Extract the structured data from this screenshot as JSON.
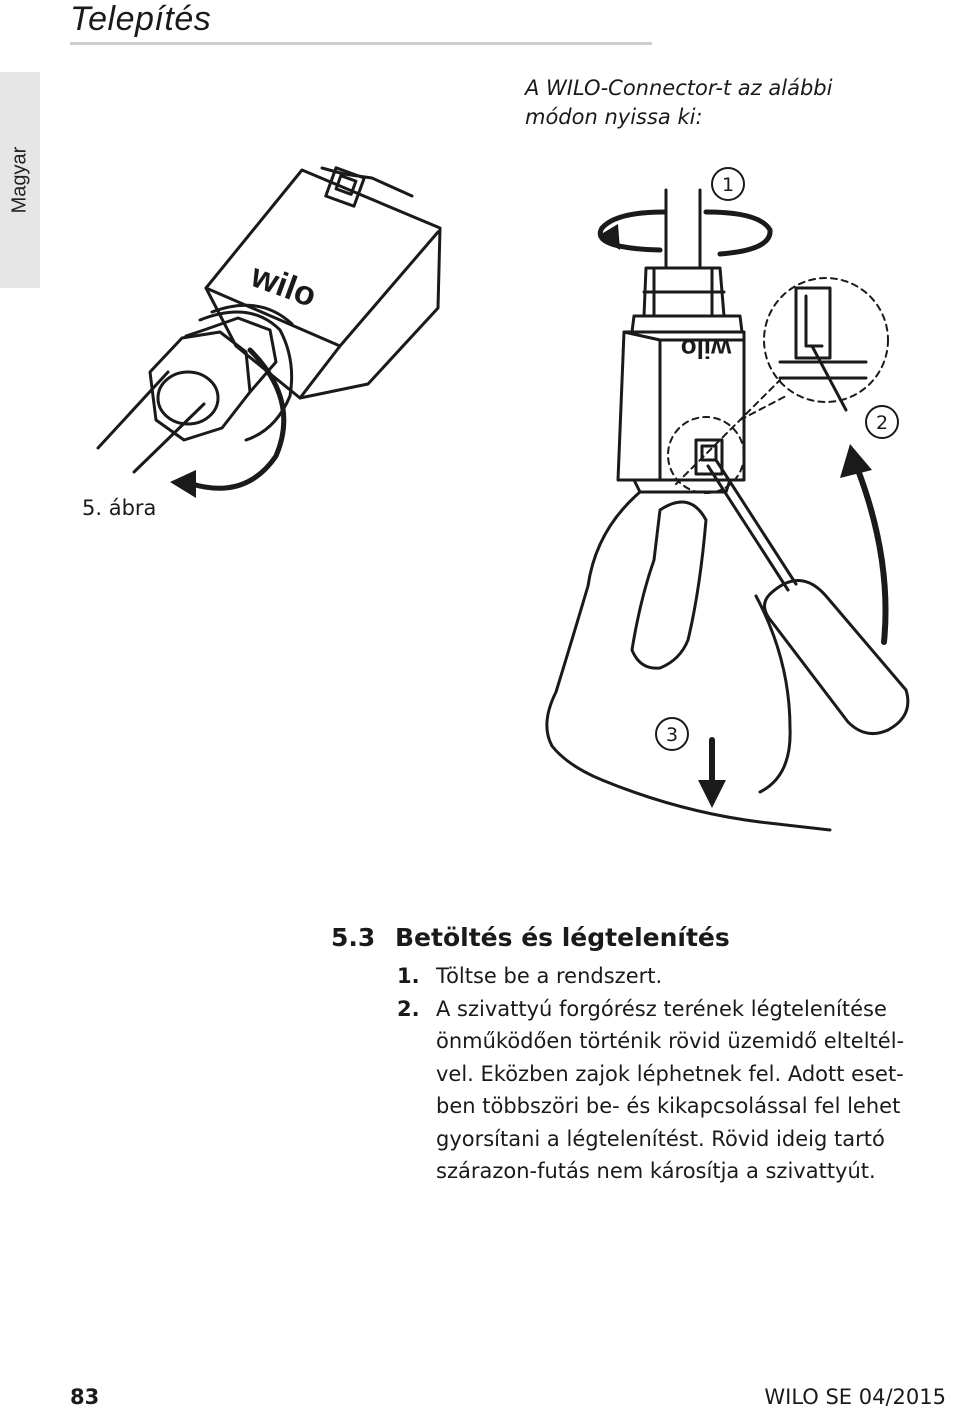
{
  "header": {
    "title": "Telepítés"
  },
  "side_tab": {
    "label": "Magyar"
  },
  "intro": {
    "line1": "A WILO-Connector-t az alábbi",
    "line2": "módon nyissa ki:"
  },
  "figure": {
    "caption": "5. ábra",
    "logo_text": "wilo",
    "callouts": [
      "1",
      "2",
      "3"
    ]
  },
  "section": {
    "number": "5.3",
    "title": "Betöltés és légtelenítés",
    "steps": [
      {
        "num": "1.",
        "lines": [
          "Töltse be a rendszert."
        ]
      },
      {
        "num": "2.",
        "lines": [
          "A szivattyú forgórész terének légtelenítése",
          "önműködően történik rövid üzemidő elteltél-",
          "vel. Eközben zajok léphetnek fel. Adott eset-",
          "ben többszöri be- és kikapcsolással fel lehet",
          "gyorsítani a légtelenítést. Rövid ideig tartó",
          "szárazon-futás nem károsítja a szivattyút."
        ]
      }
    ]
  },
  "footer": {
    "page": "83",
    "doc": "WILO SE 04/2015"
  }
}
